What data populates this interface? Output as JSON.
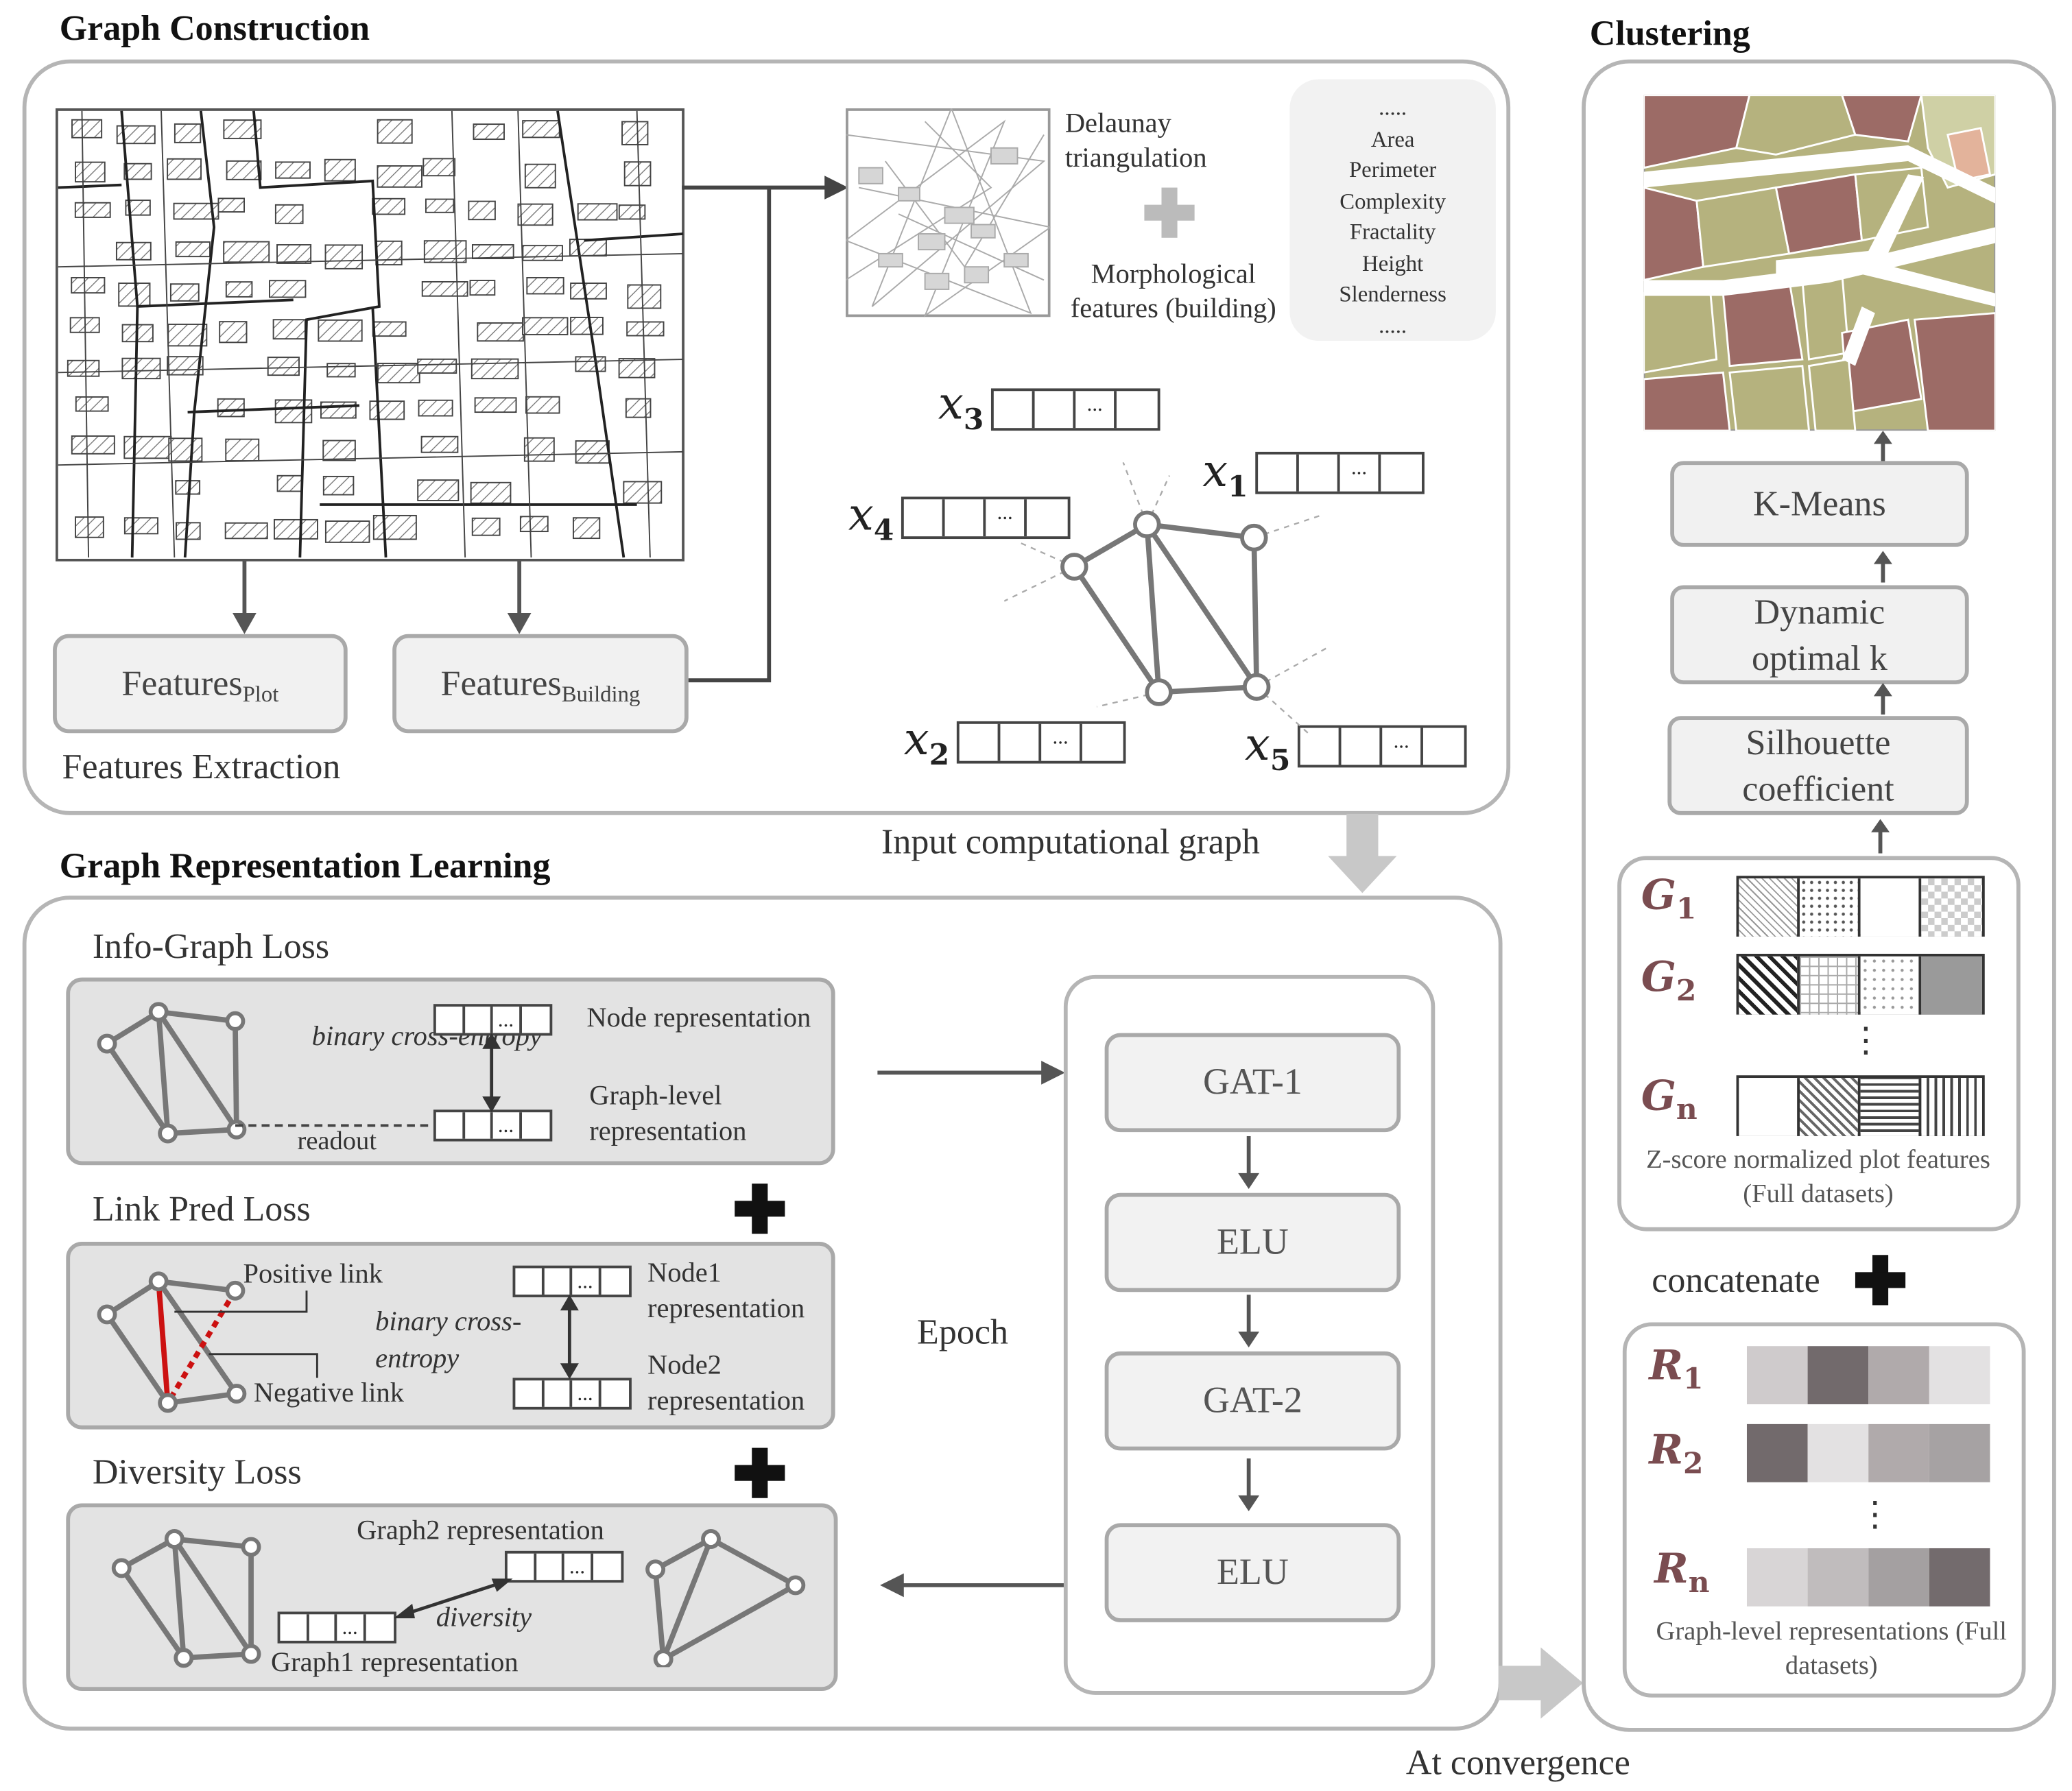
{
  "sections": {
    "graph_construction": "Graph Construction",
    "graph_representation_learning": "Graph Representation Learning",
    "clustering": "Clustering"
  },
  "construction": {
    "features_plot": {
      "base": "Features",
      "sub": "Plot"
    },
    "features_building": {
      "base": "Features",
      "sub": "Building"
    },
    "features_extraction": "Features Extraction",
    "delaunay": "Delaunay triangulation",
    "morphological": "Morphological features (building)",
    "feature_list": [
      ".....",
      "Area",
      "Perimeter",
      "Complexity",
      "Fractality",
      "Height",
      "Slenderness",
      "....."
    ],
    "node_labels": [
      {
        "base": "x",
        "sub": "3"
      },
      {
        "base": "x",
        "sub": "1"
      },
      {
        "base": "x",
        "sub": "4"
      },
      {
        "base": "x",
        "sub": "2"
      },
      {
        "base": "x",
        "sub": "5"
      }
    ],
    "vector_ellipsis": "...",
    "input_graph_label": "Input computational graph"
  },
  "learning": {
    "info_graph": {
      "title": "Info-Graph Loss",
      "bce": "binary cross-entropy",
      "node_rep": "Node representation",
      "graph_rep": "Graph-level representation",
      "readout": "readout"
    },
    "link_pred": {
      "title": "Link Pred Loss",
      "positive": "Positive link",
      "negative": "Negative link",
      "bce": "binary cross-entropy",
      "node1": "Node1 representation",
      "node2": "Node2 representation",
      "positive_color": "#cc1111"
    },
    "diversity": {
      "title": "Diversity Loss",
      "graph2": "Graph2 representation",
      "graph1": "Graph1 representation",
      "diversity": "diversity"
    },
    "epoch": "Epoch",
    "layers": [
      "GAT-1",
      "ELU",
      "GAT-2",
      "ELU"
    ],
    "at_convergence": "At convergence"
  },
  "clustering": {
    "steps": [
      "K-Means",
      "Dynamic optimal k",
      "Silhouette coefficient"
    ],
    "g_rows": [
      {
        "base": "G",
        "sub": "1"
      },
      {
        "base": "G",
        "sub": "2"
      },
      {
        "base": "G",
        "sub": "n"
      }
    ],
    "g_caption": "Z-score normalized plot features (Full datasets)",
    "concatenate": "concatenate",
    "r_rows": [
      {
        "base": "R",
        "sub": "1",
        "shades": [
          "#cfcbcc",
          "#726a6c",
          "#b0aaab",
          "#e3e1e2"
        ]
      },
      {
        "base": "R",
        "sub": "2",
        "shades": [
          "#726a6c",
          "#e3e1e2",
          "#b0aaab",
          "#a6a2a3"
        ]
      },
      {
        "base": "R",
        "sub": "n",
        "shades": [
          "#d8d5d6",
          "#c0bcbd",
          "#a4a0a1",
          "#736b6d"
        ]
      }
    ],
    "r_caption": "Graph-level representations (Full datasets)",
    "vdots": "⋮",
    "label_color": "#7a4c50",
    "map_colors": {
      "road": "#ffffff",
      "cluster_a": "#9c6b66",
      "cluster_b": "#b5b27e",
      "cluster_c": "#e3b39b",
      "cluster_d": "#cfd0a5"
    }
  }
}
